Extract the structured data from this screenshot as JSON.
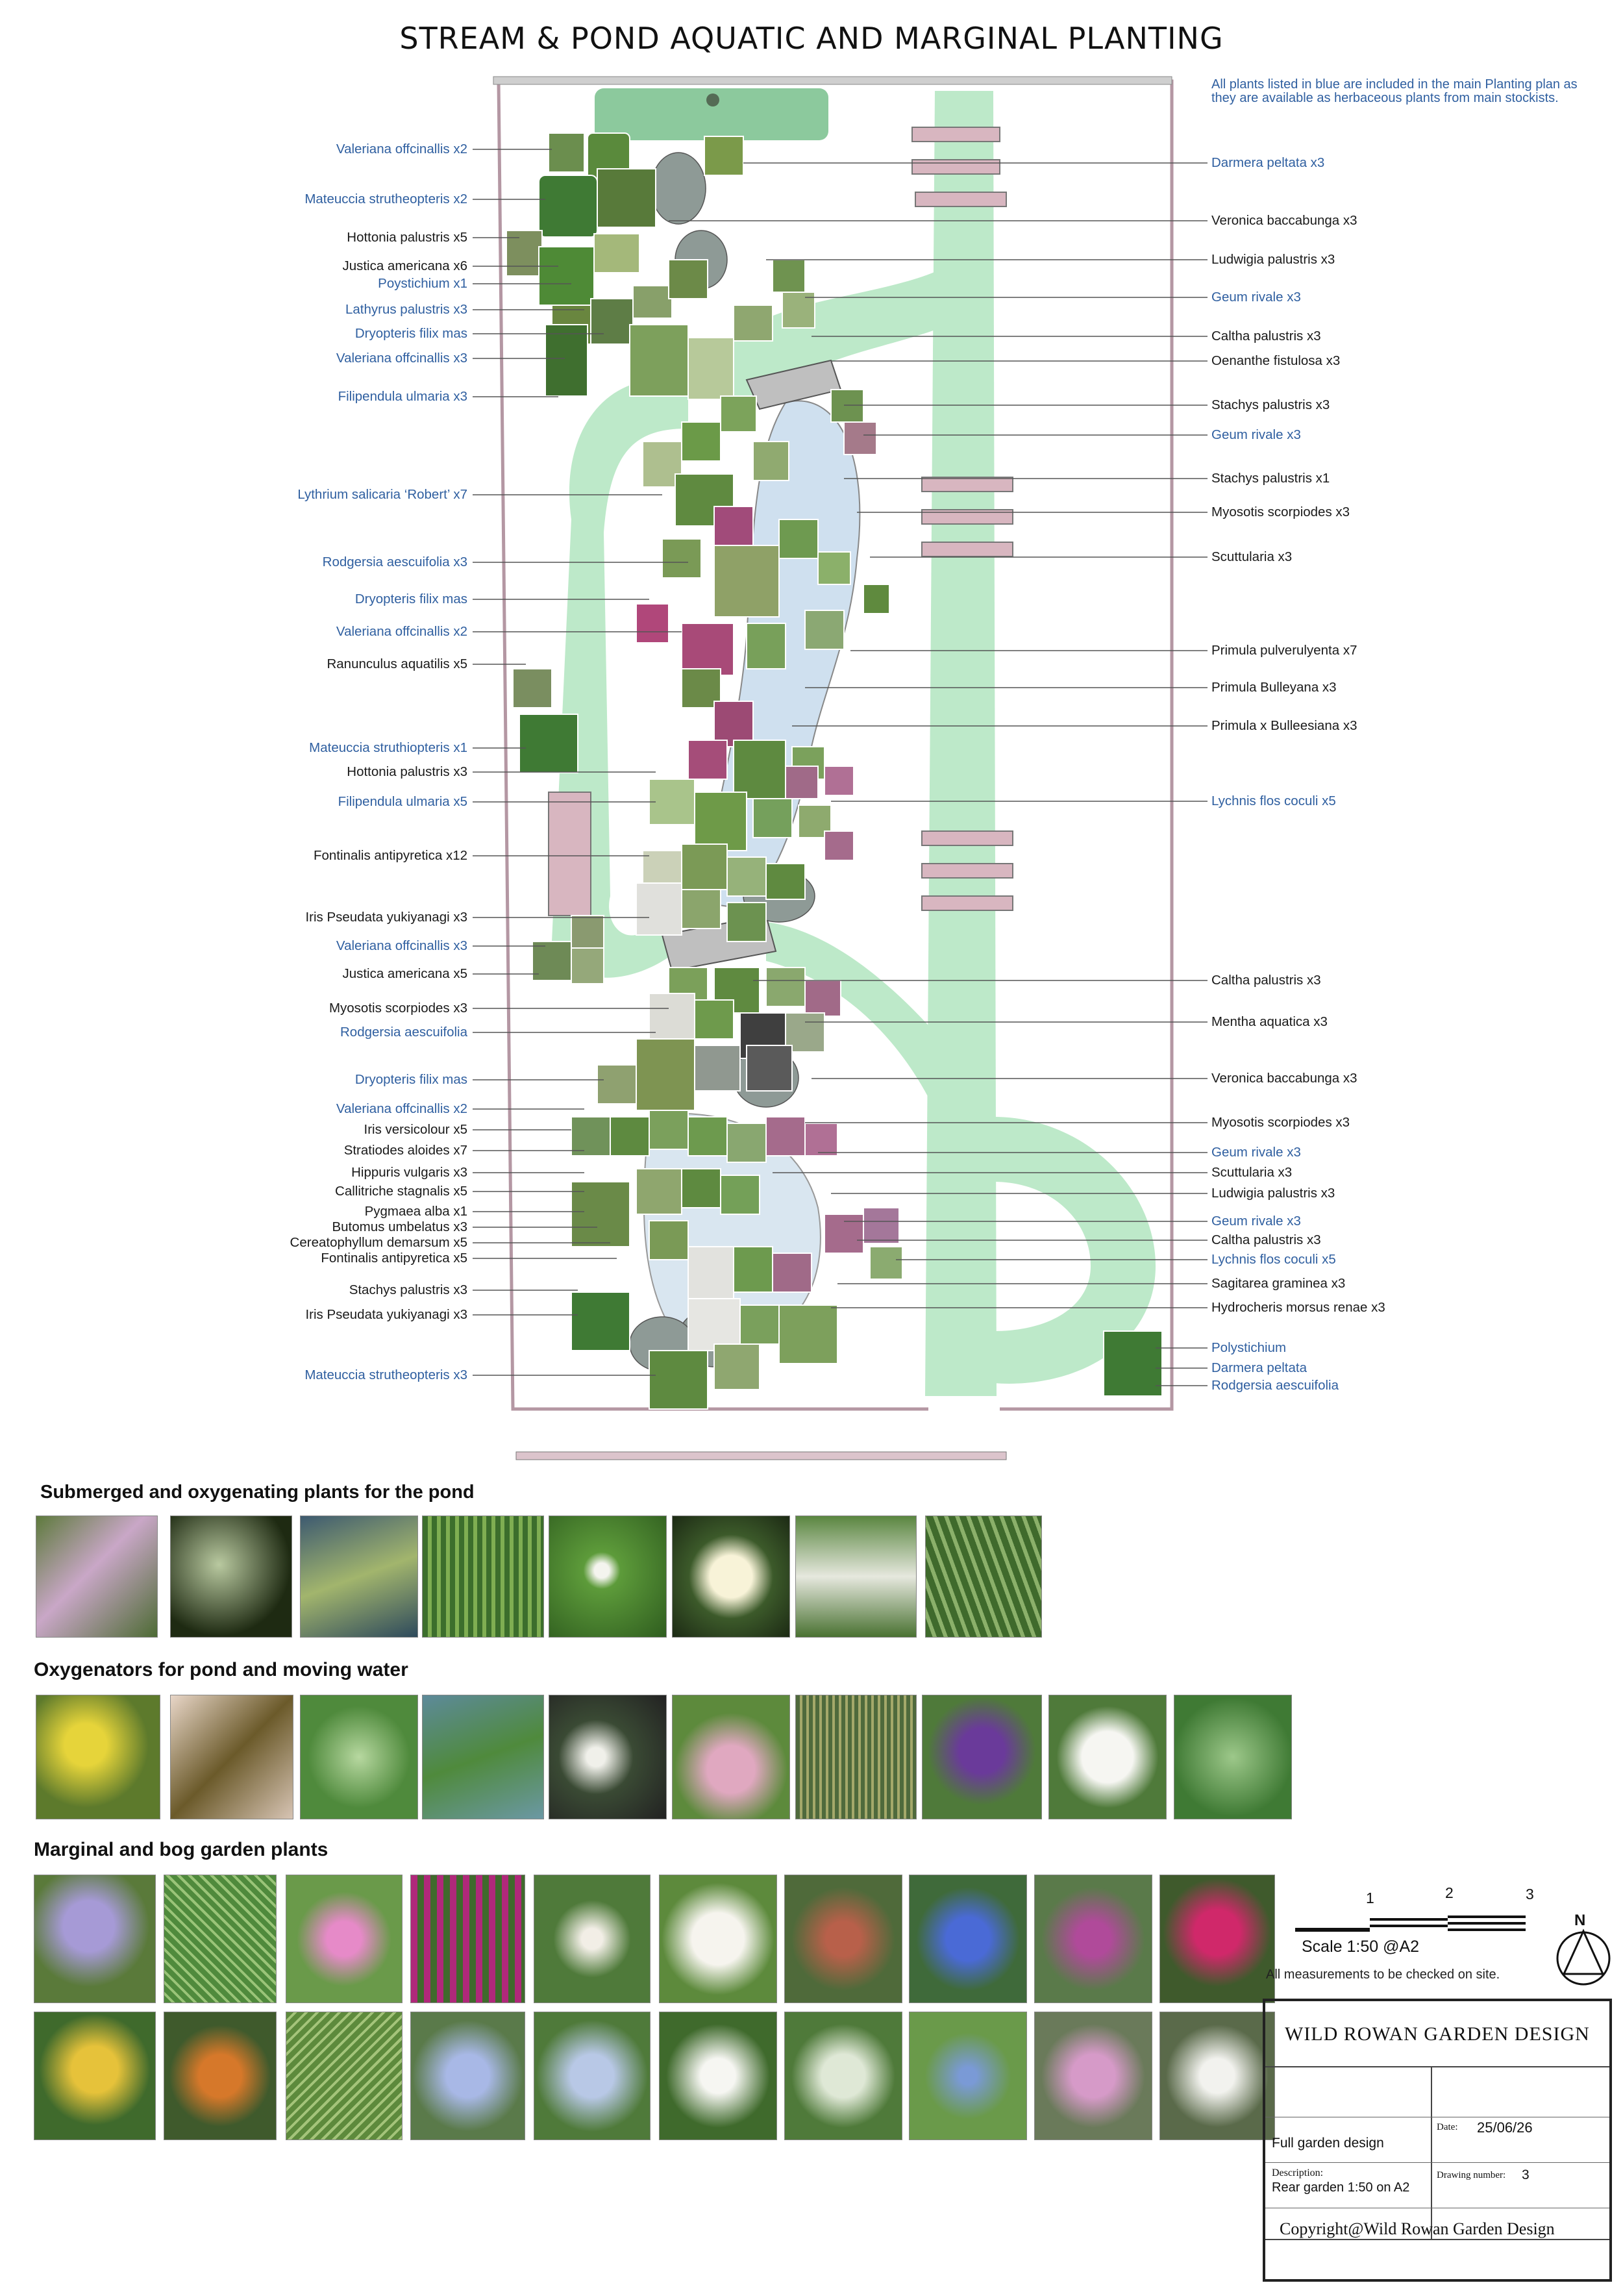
{
  "title": "STREAM & POND AQUATIC AND MARGINAL PLANTING",
  "note": "All plants listed in blue are included in the main Planting plan as they are available as herbaceous plants from main stockists.",
  "colors": {
    "blue_label": "#2f5fa0",
    "stream": "#bde9c9",
    "pond": "#cfe0ef",
    "fence": "#c9a7b2"
  },
  "left_labels": [
    {
      "text": "Valeriana offcinallis x2",
      "blue": true
    },
    {
      "text": "Mateuccia strutheopteris x2",
      "blue": true
    },
    {
      "text": "Hottonia palustris x5",
      "blue": false
    },
    {
      "text": "Justica americana x6",
      "blue": false
    },
    {
      "text": "Poystichium x1",
      "blue": true
    },
    {
      "text": "Lathyrus palustris x3",
      "blue": true
    },
    {
      "text": "Dryopteris filix mas",
      "blue": true
    },
    {
      "text": "Valeriana offcinallis x3",
      "blue": true
    },
    {
      "text": "Filipendula ulmaria x3",
      "blue": true
    },
    {
      "text": "Lythrium salicaria ‘Robert’ x7",
      "blue": true
    },
    {
      "text": "Rodgersia aescuifolia x3",
      "blue": true
    },
    {
      "text": "Dryopteris filix mas",
      "blue": true
    },
    {
      "text": "Valeriana offcinallis x2",
      "blue": true
    },
    {
      "text": "Ranunculus aquatilis x5",
      "blue": false
    },
    {
      "text": "Mateuccia struthiopteris x1",
      "blue": true
    },
    {
      "text": "Hottonia palustris x3",
      "blue": false
    },
    {
      "text": "Filipendula ulmaria x5",
      "blue": true
    },
    {
      "text": "Fontinalis antipyretica x12",
      "blue": false
    },
    {
      "text": "Iris Pseudata yukiyanagi x3",
      "blue": false
    },
    {
      "text": "Valeriana offcinallis x3",
      "blue": true
    },
    {
      "text": "Justica americana x5",
      "blue": false
    },
    {
      "text": "Myosotis scorpiodes x3",
      "blue": false
    },
    {
      "text": "Rodgersia aescuifolia",
      "blue": true
    },
    {
      "text": "Dryopteris filix mas",
      "blue": true
    },
    {
      "text": "Valeriana offcinallis x2",
      "blue": true
    },
    {
      "text": "Iris versicolour x5",
      "blue": false
    },
    {
      "text": "Stratiodes aloides x7",
      "blue": false
    },
    {
      "text": "Hippuris vulgaris x3",
      "blue": false
    },
    {
      "text": "Callitriche stagnalis x5",
      "blue": false
    },
    {
      "text": "Pygmaea alba x1",
      "blue": false
    },
    {
      "text": "Butomus umbelatus x3",
      "blue": false
    },
    {
      "text": "Cereatophyllum demarsum x5",
      "blue": false
    },
    {
      "text": "Fontinalis antipyretica x5",
      "blue": false
    },
    {
      "text": "Stachys palustris x3",
      "blue": false
    },
    {
      "text": "Iris Pseudata yukiyanagi x3",
      "blue": false
    },
    {
      "text": "Mateuccia  strutheopteris x3",
      "blue": true
    }
  ],
  "right_labels": [
    {
      "text": "Darmera peltata x3",
      "blue": true
    },
    {
      "text": "Veronica baccabunga x3",
      "blue": false
    },
    {
      "text": "Ludwigia palustris x3",
      "blue": false
    },
    {
      "text": "Geum rivale x3",
      "blue": true
    },
    {
      "text": "Caltha palustris x3",
      "blue": false
    },
    {
      "text": "Oenanthe fistulosa x3",
      "blue": false
    },
    {
      "text": "Stachys palustris x3",
      "blue": false
    },
    {
      "text": "Geum rivale x3",
      "blue": true
    },
    {
      "text": "Stachys palustris x1",
      "blue": false
    },
    {
      "text": "Myosotis scorpiodes x3",
      "blue": false
    },
    {
      "text": "Scuttularia x3",
      "blue": false
    },
    {
      "text": "Primula pulverulyenta x7",
      "blue": false
    },
    {
      "text": "Primula Bulleyana x3",
      "blue": false
    },
    {
      "text": "Primula x Bulleesiana x3",
      "blue": false
    },
    {
      "text": "Lychnis flos coculi x5",
      "blue": true
    },
    {
      "text": "Caltha palustris x3",
      "blue": false
    },
    {
      "text": "Mentha aquatica x3",
      "blue": false
    },
    {
      "text": "Veronica baccabunga x3",
      "blue": false
    },
    {
      "text": "Myosotis scorpiodes x3",
      "blue": false
    },
    {
      "text": "Geum rivale x3",
      "blue": true
    },
    {
      "text": "Scuttularia x3",
      "blue": false
    },
    {
      "text": "Ludwigia palustris x3",
      "blue": false
    },
    {
      "text": "Geum rivale x3",
      "blue": true
    },
    {
      "text": "Caltha palustris x3",
      "blue": false
    },
    {
      "text": "Lychnis flos coculi x5",
      "blue": true
    },
    {
      "text": "Sagitarea graminea x3",
      "blue": false
    },
    {
      "text": "Hydrocheris morsus renae x3",
      "blue": false
    },
    {
      "text": "Polystichium",
      "blue": true
    },
    {
      "text": "Darmera peltata",
      "blue": true
    },
    {
      "text": "Rodgersia aescuifolia",
      "blue": true
    }
  ],
  "sections": {
    "submerged": "Submerged and oxygenating plants for the pond",
    "oxygenators": "Oxygenators for pond and moving water",
    "marginal": "Marginal and bog garden plants"
  },
  "scale": {
    "n1": "1",
    "n2": "2",
    "n3": "3",
    "label": "Scale 1:50 @A2",
    "north": "N",
    "measure": "All measurements to be checked on site."
  },
  "title_block": {
    "company": "WILD ROWAN GARDEN DESIGN",
    "date_label": "Date:",
    "date": "25/06/26",
    "design": "Full garden design",
    "desc_label": "Description:",
    "desc": "Rear garden 1:50 on A2",
    "drawing_label": "Drawing number:",
    "drawing": "3",
    "copyright": "Copyright@Wild Rowan Garden Design"
  }
}
